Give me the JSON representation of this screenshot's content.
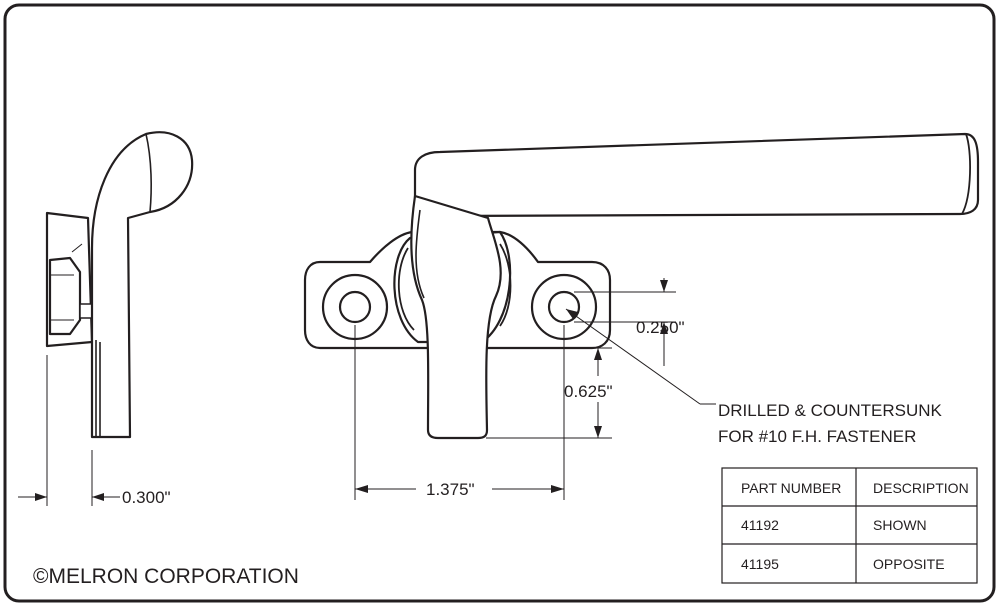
{
  "dimensions": {
    "thickness": "0.300\"",
    "hole_spacing": "1.375\"",
    "hole_diameter": "0.250\"",
    "hole_to_bottom": "0.625\""
  },
  "note": {
    "line1": "DRILLED & COUNTERSUNK",
    "line2": "FOR #10 F.H. FASTENER"
  },
  "parts_table": {
    "headers": [
      "PART NUMBER",
      "DESCRIPTION"
    ],
    "rows": [
      {
        "part_number": "41192",
        "description": "SHOWN"
      },
      {
        "part_number": "41195",
        "description": "OPPOSITE"
      }
    ]
  },
  "copyright": "©MELRON CORPORATION"
}
